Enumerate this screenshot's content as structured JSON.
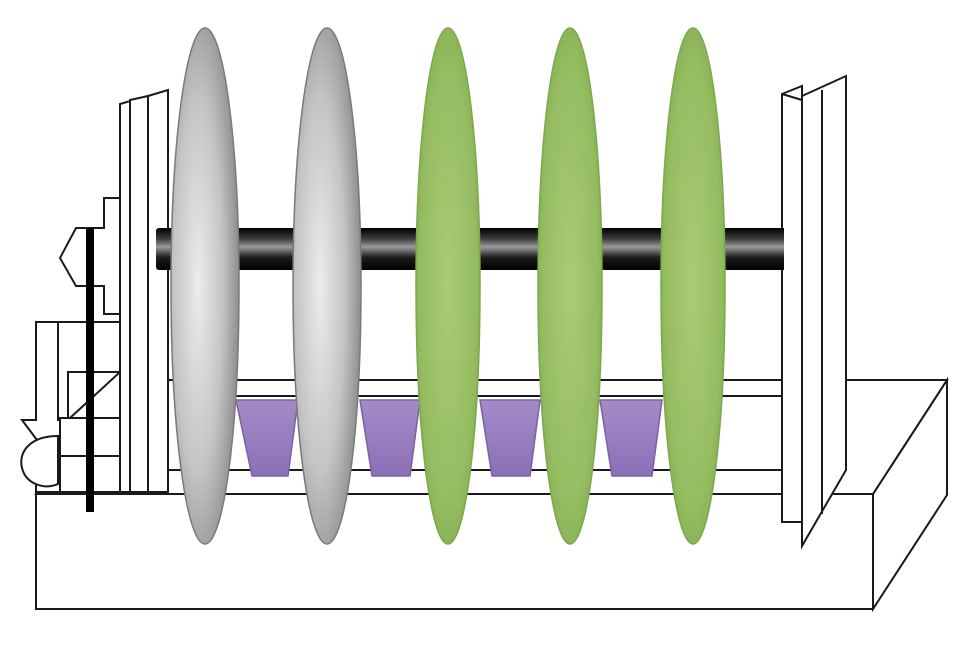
{
  "diagram": {
    "labels": [],
    "colors": {
      "outline": "#1a1a1a",
      "background": "#ffffff",
      "disk_gray_light": "#e4e4e4",
      "disk_gray_dark": "#9a9a9a",
      "disk_green_light": "#b4d38a",
      "disk_green_dark": "#8cb656",
      "rod_light": "#8a8a8a",
      "rod_dark": "#050505",
      "cup_purple": "#9a7fc0",
      "cup_purple_dark": "#7a60a8"
    },
    "components": {
      "gray_disks": 2,
      "green_disks": 3,
      "rod_segments": 5,
      "purple_cups": 4
    },
    "icons": [
      "gray-disk",
      "green-disk",
      "black-rod",
      "purple-cup",
      "base-platform",
      "left-clamp",
      "right-plate"
    ]
  }
}
